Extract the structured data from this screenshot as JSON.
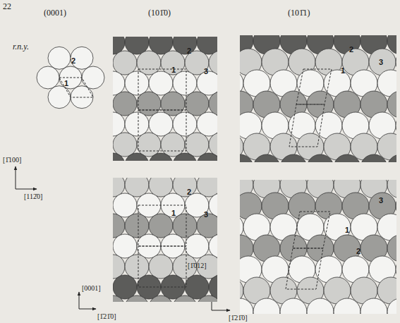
{
  "diagram": {
    "labels": [
      "22",
      "r.n.y.",
      "(0001)",
      "(101̄0)",
      "(101̄1)",
      "2",
      "1",
      "2",
      "1",
      "3",
      "2",
      "1",
      "3",
      "2",
      "1",
      "3",
      "3",
      "1",
      "2",
      "[1̄100]",
      "[112̄0]",
      "[0001]",
      "[1̄21̄0]",
      "[1̄012]",
      "[1̄21̄0]"
    ]
  }
}
